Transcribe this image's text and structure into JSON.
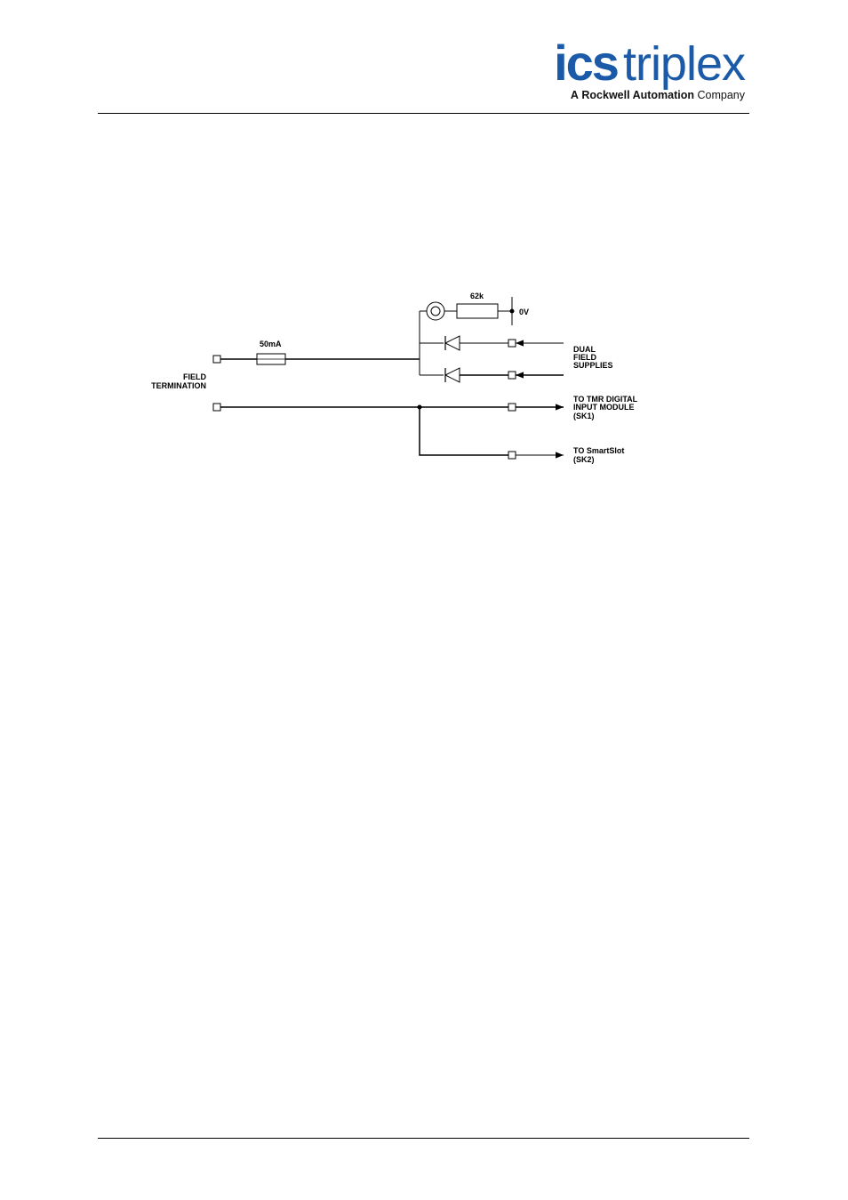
{
  "header": {
    "logo_ics": "ics",
    "logo_triplex": "triplex",
    "logo_prefix": "A",
    "logo_company_bold": "Rockwell Automation",
    "logo_company_suffix": "Company",
    "brand_color": "#1a5aa8"
  },
  "diagram": {
    "fuse_label": "50mA",
    "resistor_label": "62k",
    "zero_volt_label": "0V",
    "field_termination": [
      "FIELD",
      "TERMINATION"
    ],
    "dual_field_supplies": [
      "DUAL",
      "FIELD",
      "SUPPLIES"
    ],
    "tmr_output": [
      "TO TMR DIGITAL",
      "INPUT MODULE",
      "(SK1)"
    ],
    "smartslot_output": [
      "TO SmartSlot",
      "(SK2)"
    ]
  }
}
